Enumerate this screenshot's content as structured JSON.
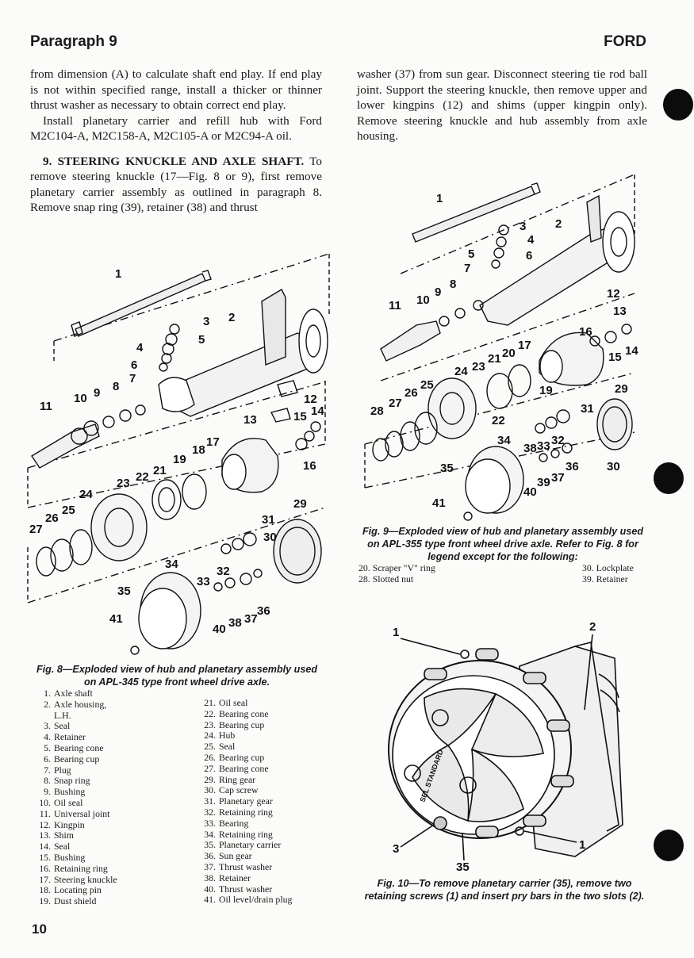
{
  "header": {
    "left": "Paragraph 9",
    "right": "FORD"
  },
  "left_column": {
    "p1": "from dimension (A) to calculate shaft end play. If end play is not within specified range, install a thicker or thinner thrust washer as necessary to obtain correct end play.",
    "p2": "Install planetary carrier and refill hub with Ford M2C104-A, M2C158-A, M2C105-A or M2C94-A oil.",
    "p3_heading": "9. STEERING KNUCKLE AND AXLE SHAFT.",
    "p3": "To remove steering knuckle (17—Fig. 8 or 9), first remove planetary carrier assembly as outlined in paragraph 8. Remove snap ring (39), retainer (38) and thrust"
  },
  "right_column": {
    "p1": "washer (37) from sun gear. Disconnect steering tie rod ball joint. Support the steering knuckle, then remove upper and lower kingpins (12) and shims (upper kingpin only). Remove steering knuckle and hub assembly from axle housing."
  },
  "fig8": {
    "caption": "Fig. 8—Exploded view of hub and planetary assembly used on APL-345 type front wheel drive axle.",
    "labels": [
      "1",
      "2",
      "3",
      "4",
      "5",
      "6",
      "7",
      "8",
      "9",
      "10",
      "11",
      "12",
      "13",
      "14",
      "15",
      "16",
      "17",
      "18",
      "19",
      "21",
      "22",
      "23",
      "24",
      "25",
      "26",
      "27",
      "29",
      "30",
      "31",
      "32",
      "33",
      "34",
      "35",
      "36",
      "37",
      "38",
      "40",
      "41"
    ],
    "legend_left": [
      {
        "n": "1.",
        "t": "Axle shaft"
      },
      {
        "n": "2.",
        "t": "Axle housing,"
      },
      {
        "n": "",
        "t": "L.H."
      },
      {
        "n": "3.",
        "t": "Seal"
      },
      {
        "n": "4.",
        "t": "Retainer"
      },
      {
        "n": "5.",
        "t": "Bearing cone"
      },
      {
        "n": "6.",
        "t": "Bearing cup"
      },
      {
        "n": "7.",
        "t": "Plug"
      },
      {
        "n": "8.",
        "t": "Snap ring"
      },
      {
        "n": "9.",
        "t": "Bushing"
      },
      {
        "n": "10.",
        "t": "Oil seal"
      },
      {
        "n": "11.",
        "t": "Universal joint"
      },
      {
        "n": "12.",
        "t": "Kingpin"
      },
      {
        "n": "13.",
        "t": "Shim"
      },
      {
        "n": "14.",
        "t": "Seal"
      },
      {
        "n": "15.",
        "t": "Bushing"
      },
      {
        "n": "16.",
        "t": "Retaining ring"
      },
      {
        "n": "17.",
        "t": "Steering knuckle"
      },
      {
        "n": "18.",
        "t": "Locating pin"
      },
      {
        "n": "19.",
        "t": "Dust shield"
      }
    ],
    "legend_right": [
      {
        "n": "21.",
        "t": "Oil seal"
      },
      {
        "n": "22.",
        "t": "Bearing cone"
      },
      {
        "n": "23.",
        "t": "Bearing cup"
      },
      {
        "n": "24.",
        "t": "Hub"
      },
      {
        "n": "25.",
        "t": "Seal"
      },
      {
        "n": "26.",
        "t": "Bearing cup"
      },
      {
        "n": "27.",
        "t": "Bearing cone"
      },
      {
        "n": "29.",
        "t": "Ring gear"
      },
      {
        "n": "30.",
        "t": "Cap screw"
      },
      {
        "n": "31.",
        "t": "Planetary gear"
      },
      {
        "n": "32.",
        "t": "Retaining ring"
      },
      {
        "n": "33.",
        "t": "Bearing"
      },
      {
        "n": "34.",
        "t": "Retaining ring"
      },
      {
        "n": "35.",
        "t": "Planetary carrier"
      },
      {
        "n": "36.",
        "t": "Sun gear"
      },
      {
        "n": "37.",
        "t": "Thrust washer"
      },
      {
        "n": "38.",
        "t": "Retainer"
      },
      {
        "n": "40.",
        "t": "Thrust washer"
      },
      {
        "n": "41.",
        "t": "Oil level/drain plug"
      }
    ]
  },
  "fig9": {
    "caption": "Fig. 9—Exploded view of hub and planetary assembly used on APL-355 type front wheel drive axle. Refer to Fig. 8 for legend except for the following:",
    "labels": [
      "1",
      "2",
      "3",
      "4",
      "5",
      "6",
      "7",
      "8",
      "9",
      "10",
      "11",
      "12",
      "13",
      "14",
      "15",
      "16",
      "17",
      "19",
      "20",
      "21",
      "22",
      "23",
      "24",
      "25",
      "26",
      "27",
      "28",
      "29",
      "30",
      "31",
      "32",
      "33",
      "34",
      "35",
      "36",
      "37",
      "38",
      "39",
      "40",
      "41"
    ],
    "legend": [
      {
        "n": "20.",
        "t": "Scraper \"V\" ring"
      },
      {
        "n": "28.",
        "t": "Slotted nut"
      },
      {
        "n": "30.",
        "t": "Lockplate"
      },
      {
        "n": "39.",
        "t": "Retainer"
      }
    ]
  },
  "fig10": {
    "caption": "Fig. 10—To remove planetary carrier (35), remove two retaining screws (1) and insert pry bars in the two slots (2).",
    "labels": [
      "1",
      "2",
      "3",
      "1",
      "35"
    ]
  },
  "page_number": "10"
}
